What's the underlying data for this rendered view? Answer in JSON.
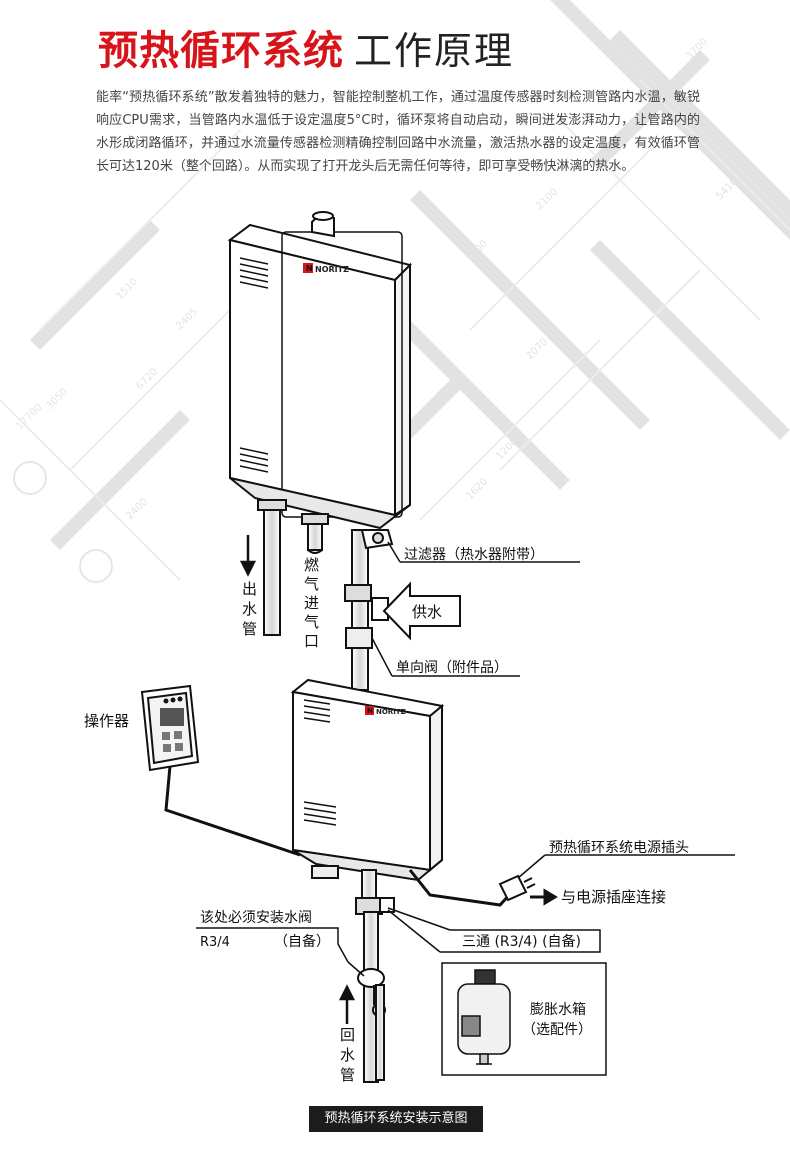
{
  "title": {
    "highlight": "预热循环系统",
    "rest": "工作原理"
  },
  "intro": "能率“预热循环系统”散发着独特的魅力，智能控制整机工作，通过温度传感器时刻检测管路内水温，敏锐响应CPU需求，当管路内水温低于设定温度5°C时，循环泵将自动启动，瞬间迸发澎湃动力，让管路内的水形成闭路循环，并通过水流量传感器检测精确控制回路中水流量，激活热水器的设定温度，有效循环管长可达120米（整个回路）。从而实现了打开龙头后无需任何等待，即可享受畅快淋漓的热水。",
  "brand": "NORITZ",
  "labels": {
    "outlet_pipe": [
      "出",
      "水",
      "管"
    ],
    "gas_inlet": [
      "燃",
      "气",
      "进",
      "气",
      "口"
    ],
    "filter": "过滤器（热水器附带）",
    "supply_water": "供水",
    "check_valve": "单向阀（附件品）",
    "controller": "操作器",
    "power_plug": "预热循环系统电源插头",
    "to_socket": "与电源插座连接",
    "valve_required": "该处必须安装水阀",
    "valve_size": "R3/4",
    "valve_self": "（自备）",
    "tee": "三通 (R3/4) (自备)",
    "expansion_tank": [
      "膨胀水箱",
      "（选配件）"
    ],
    "return_pipe": [
      "回",
      "水",
      "管"
    ]
  },
  "background_numbers": [
    "1800",
    "2100",
    "3300",
    "1200",
    "2070",
    "1510",
    "2405",
    "6720",
    "17700",
    "3050",
    "700",
    "2400",
    "1620",
    "5410",
    "3700"
  ],
  "caption": "预热循环系统安装示意图",
  "colors": {
    "title_red": "#d7141a",
    "caption_bg": "#1c1c1c",
    "line": "#111111"
  }
}
